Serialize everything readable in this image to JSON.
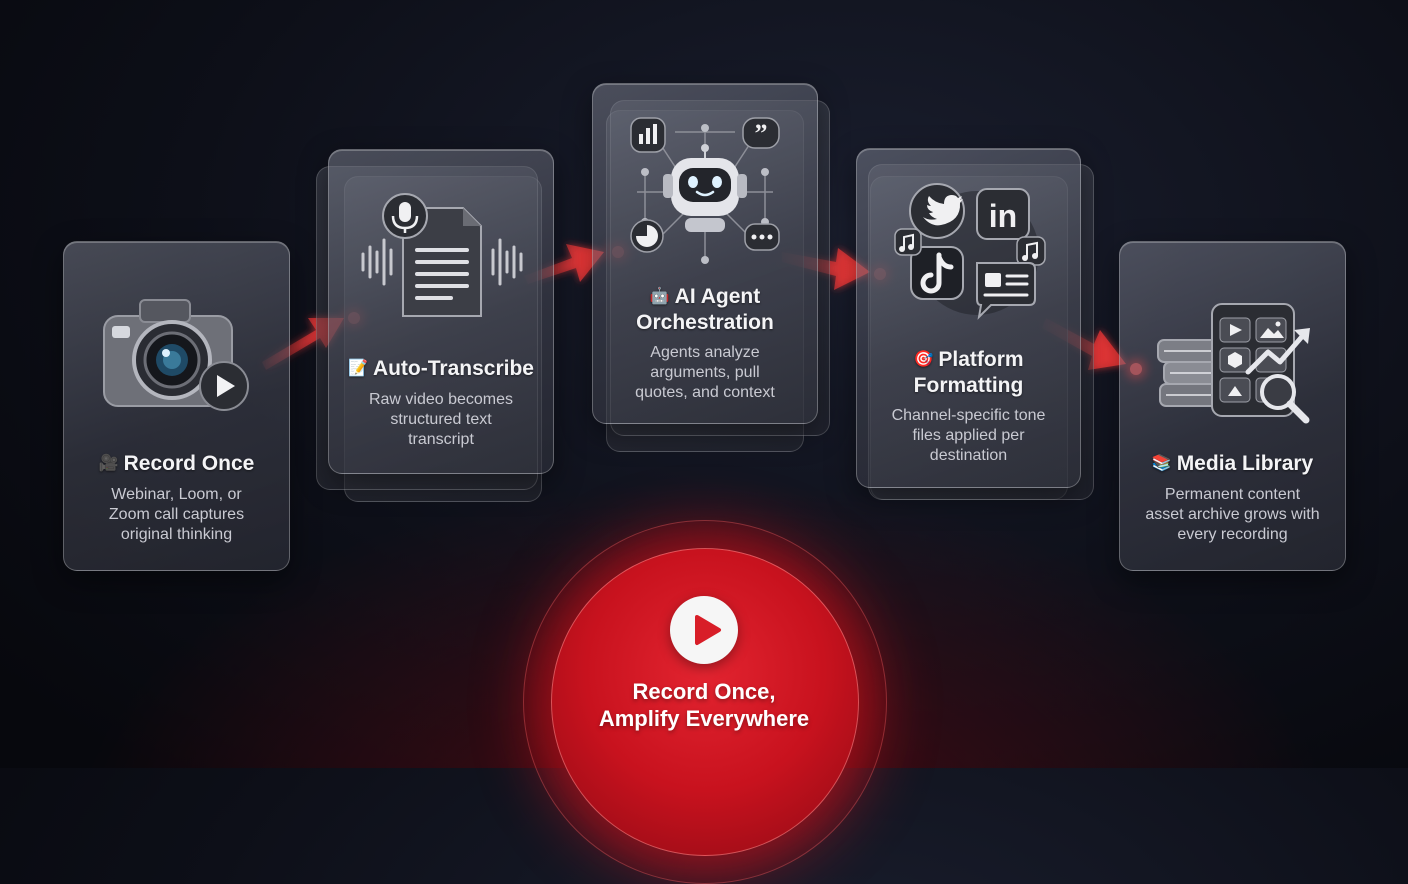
{
  "steps": [
    {
      "emoji": "🎥",
      "title": "Record Once",
      "desc_lines": [
        "Webinar, Loom, or",
        "Zoom call captures",
        "original thinking"
      ]
    },
    {
      "emoji": "📝",
      "title": "Auto-Transcribe",
      "desc_lines": [
        "Raw video becomes",
        "structured text",
        "transcript"
      ]
    },
    {
      "emoji": "🤖",
      "title_lines": [
        "AI Agent",
        "Orchestration"
      ],
      "desc_lines": [
        "Agents analyze",
        "arguments, pull",
        "quotes, and context"
      ]
    },
    {
      "emoji": "🎯",
      "title_lines": [
        "Platform",
        "Formatting"
      ],
      "desc_lines": [
        "Channel-specific tone",
        "files applied per",
        "destination"
      ]
    },
    {
      "emoji": "📚",
      "title": "Media Library",
      "desc_lines": [
        "Permanent content",
        "asset archive grows with",
        "every recording"
      ]
    }
  ],
  "hub": {
    "lines": [
      "Record Once,",
      "Amplify Everywhere"
    ]
  },
  "icons": [
    "camera-icon",
    "document-microphone-icon",
    "robot-network-icon",
    "social-platforms-icon",
    "media-library-icon",
    "play-icon"
  ],
  "colors": {
    "accent": "#e32430",
    "arrow": "#ff3b3b",
    "background": "#0d0f18"
  }
}
